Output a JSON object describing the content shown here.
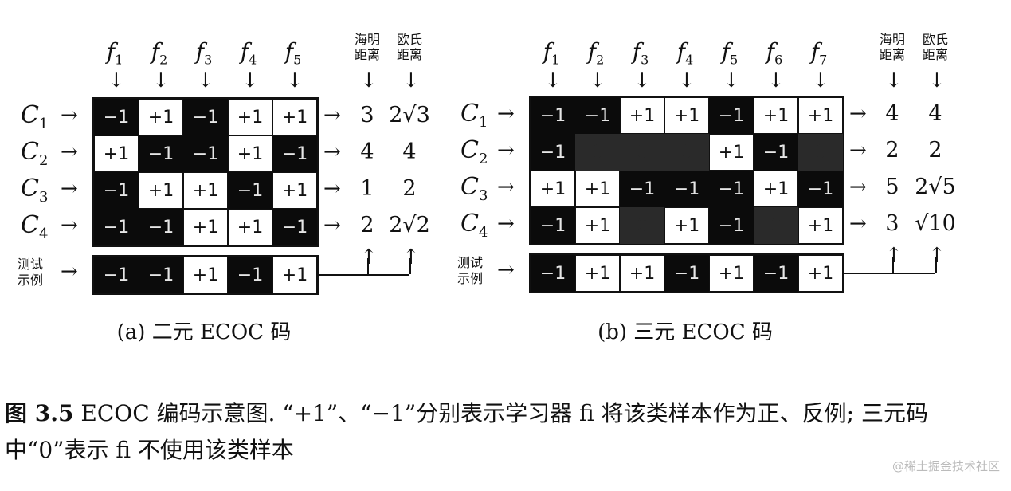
{
  "panel_a": {
    "features": [
      "f1",
      "f2",
      "f3",
      "f4",
      "f5"
    ],
    "dist_headers": [
      "海明\n距离",
      "欧氏\n距离"
    ],
    "classes": [
      "C1",
      "C2",
      "C3",
      "C4"
    ],
    "matrix": [
      [
        "-1",
        "+1",
        "-1",
        "+1",
        "+1"
      ],
      [
        "+1",
        "-1",
        "-1",
        "+1",
        "-1"
      ],
      [
        "-1",
        "+1",
        "+1",
        "-1",
        "+1"
      ],
      [
        "-1",
        "-1",
        "+1",
        "+1",
        "-1"
      ]
    ],
    "hamming": [
      "3",
      "4",
      "1",
      "2"
    ],
    "euclid": [
      "2√3",
      "4",
      "2",
      "2√2"
    ],
    "test_label": "测试\n示例",
    "test_vector": [
      "-1",
      "-1",
      "+1",
      "-1",
      "+1"
    ],
    "caption": "(a) 二元 ECOC 码"
  },
  "panel_b": {
    "features": [
      "f1",
      "f2",
      "f3",
      "f4",
      "f5",
      "f6",
      "f7"
    ],
    "dist_headers": [
      "海明\n距离",
      "欧氏\n距离"
    ],
    "classes": [
      "C1",
      "C2",
      "C3",
      "C4"
    ],
    "matrix": [
      [
        "-1",
        "-1",
        "+1",
        "+1",
        "-1",
        "+1",
        "+1"
      ],
      [
        "-1",
        "0",
        "0",
        "0",
        "+1",
        "-1",
        "0"
      ],
      [
        "+1",
        "+1",
        "-1",
        "-1",
        "-1",
        "+1",
        "-1"
      ],
      [
        "-1",
        "+1",
        "0",
        "+1",
        "-1",
        "0",
        "+1"
      ]
    ],
    "hamming": [
      "4",
      "2",
      "5",
      "3"
    ],
    "euclid": [
      "4",
      "2",
      "2√5",
      "√10"
    ],
    "test_label": "测试\n示例",
    "test_vector": [
      "-1",
      "+1",
      "+1",
      "-1",
      "+1",
      "-1",
      "+1"
    ],
    "caption": "(b) 三元 ECOC 码"
  },
  "figure_caption": {
    "label": "图 3.5",
    "text": "ECOC 编码示意图. “+1”、“−1”分别表示学习器 fi 将该类样本作为正、反例; 三元码中“0”表示 fi 不使用该类样本"
  },
  "watermark": "@稀土掘金技术社区"
}
